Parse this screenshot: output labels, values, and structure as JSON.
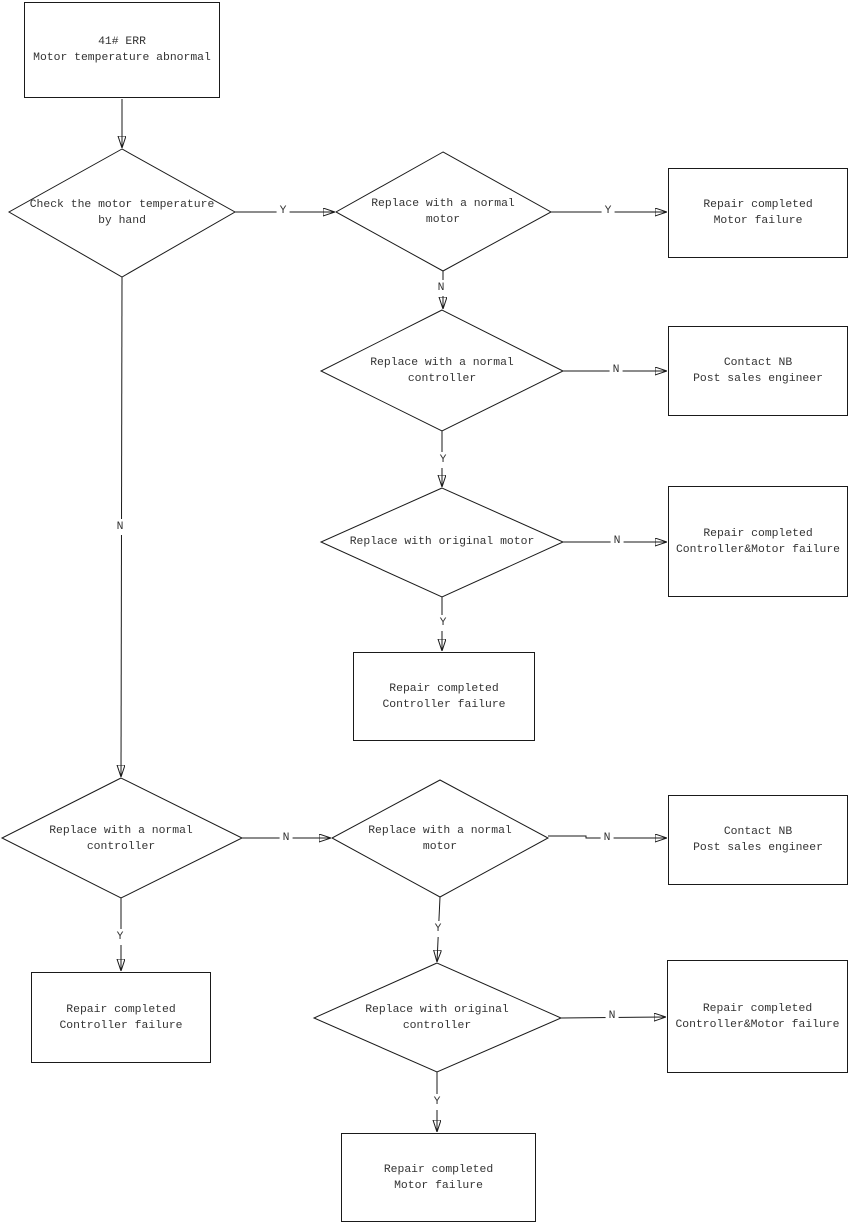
{
  "diagram": {
    "kind": "troubleshooting-flowchart",
    "colors": {
      "background": "#ffffff",
      "ink": "#333333",
      "line": "#1a1a1a"
    },
    "nodes": [
      {
        "id": "start",
        "type": "process",
        "text": "41# ERR\nMotor temperature abnormal"
      },
      {
        "id": "check-temp",
        "type": "decision",
        "text": "Check the motor temperature\nby hand"
      },
      {
        "id": "replace-motor-1",
        "type": "decision",
        "text": "Replace with a normal\nmotor"
      },
      {
        "id": "repair-motor-1",
        "type": "process",
        "text": "Repair completed\nMotor failure"
      },
      {
        "id": "replace-controller-1",
        "type": "decision",
        "text": "Replace with a normal\ncontroller"
      },
      {
        "id": "contact-nb-1",
        "type": "process",
        "text": "Contact NB\nPost sales engineer"
      },
      {
        "id": "replace-original-motor",
        "type": "decision",
        "text": "Replace with original motor"
      },
      {
        "id": "repair-controller-motor-1",
        "type": "process",
        "text": "Repair completed\nController&Motor failure"
      },
      {
        "id": "repair-controller-1",
        "type": "process",
        "text": "Repair completed\nController failure"
      },
      {
        "id": "replace-controller-2",
        "type": "decision",
        "text": "Replace with a normal\ncontroller"
      },
      {
        "id": "replace-motor-2",
        "type": "decision",
        "text": "Replace with a normal\nmotor"
      },
      {
        "id": "contact-nb-2",
        "type": "process",
        "text": "Contact NB\nPost sales engineer"
      },
      {
        "id": "repair-controller-2",
        "type": "process",
        "text": "Repair completed\nController failure"
      },
      {
        "id": "replace-original-controller",
        "type": "decision",
        "text": "Replace with original\ncontroller"
      },
      {
        "id": "repair-controller-motor-2",
        "type": "process",
        "text": "Repair completed\nController&Motor failure"
      },
      {
        "id": "repair-motor-2",
        "type": "process",
        "text": "Repair completed\nMotor failure"
      }
    ],
    "edges": [
      {
        "from": "start",
        "to": "check-temp",
        "label": ""
      },
      {
        "from": "check-temp",
        "to": "replace-motor-1",
        "label": "Y"
      },
      {
        "from": "replace-motor-1",
        "to": "repair-motor-1",
        "label": "Y"
      },
      {
        "from": "replace-motor-1",
        "to": "replace-controller-1",
        "label": "N"
      },
      {
        "from": "replace-controller-1",
        "to": "contact-nb-1",
        "label": "N"
      },
      {
        "from": "replace-controller-1",
        "to": "replace-original-motor",
        "label": "Y"
      },
      {
        "from": "replace-original-motor",
        "to": "repair-controller-motor-1",
        "label": "N"
      },
      {
        "from": "replace-original-motor",
        "to": "repair-controller-1",
        "label": "Y"
      },
      {
        "from": "check-temp",
        "to": "replace-controller-2",
        "label": "N"
      },
      {
        "from": "replace-controller-2",
        "to": "replace-motor-2",
        "label": "N"
      },
      {
        "from": "replace-controller-2",
        "to": "repair-controller-2",
        "label": "Y"
      },
      {
        "from": "replace-motor-2",
        "to": "contact-nb-2",
        "label": "N"
      },
      {
        "from": "replace-motor-2",
        "to": "replace-original-controller",
        "label": "Y"
      },
      {
        "from": "replace-original-controller",
        "to": "repair-controller-motor-2",
        "label": "N"
      },
      {
        "from": "replace-original-controller",
        "to": "repair-motor-2",
        "label": "Y"
      }
    ]
  }
}
